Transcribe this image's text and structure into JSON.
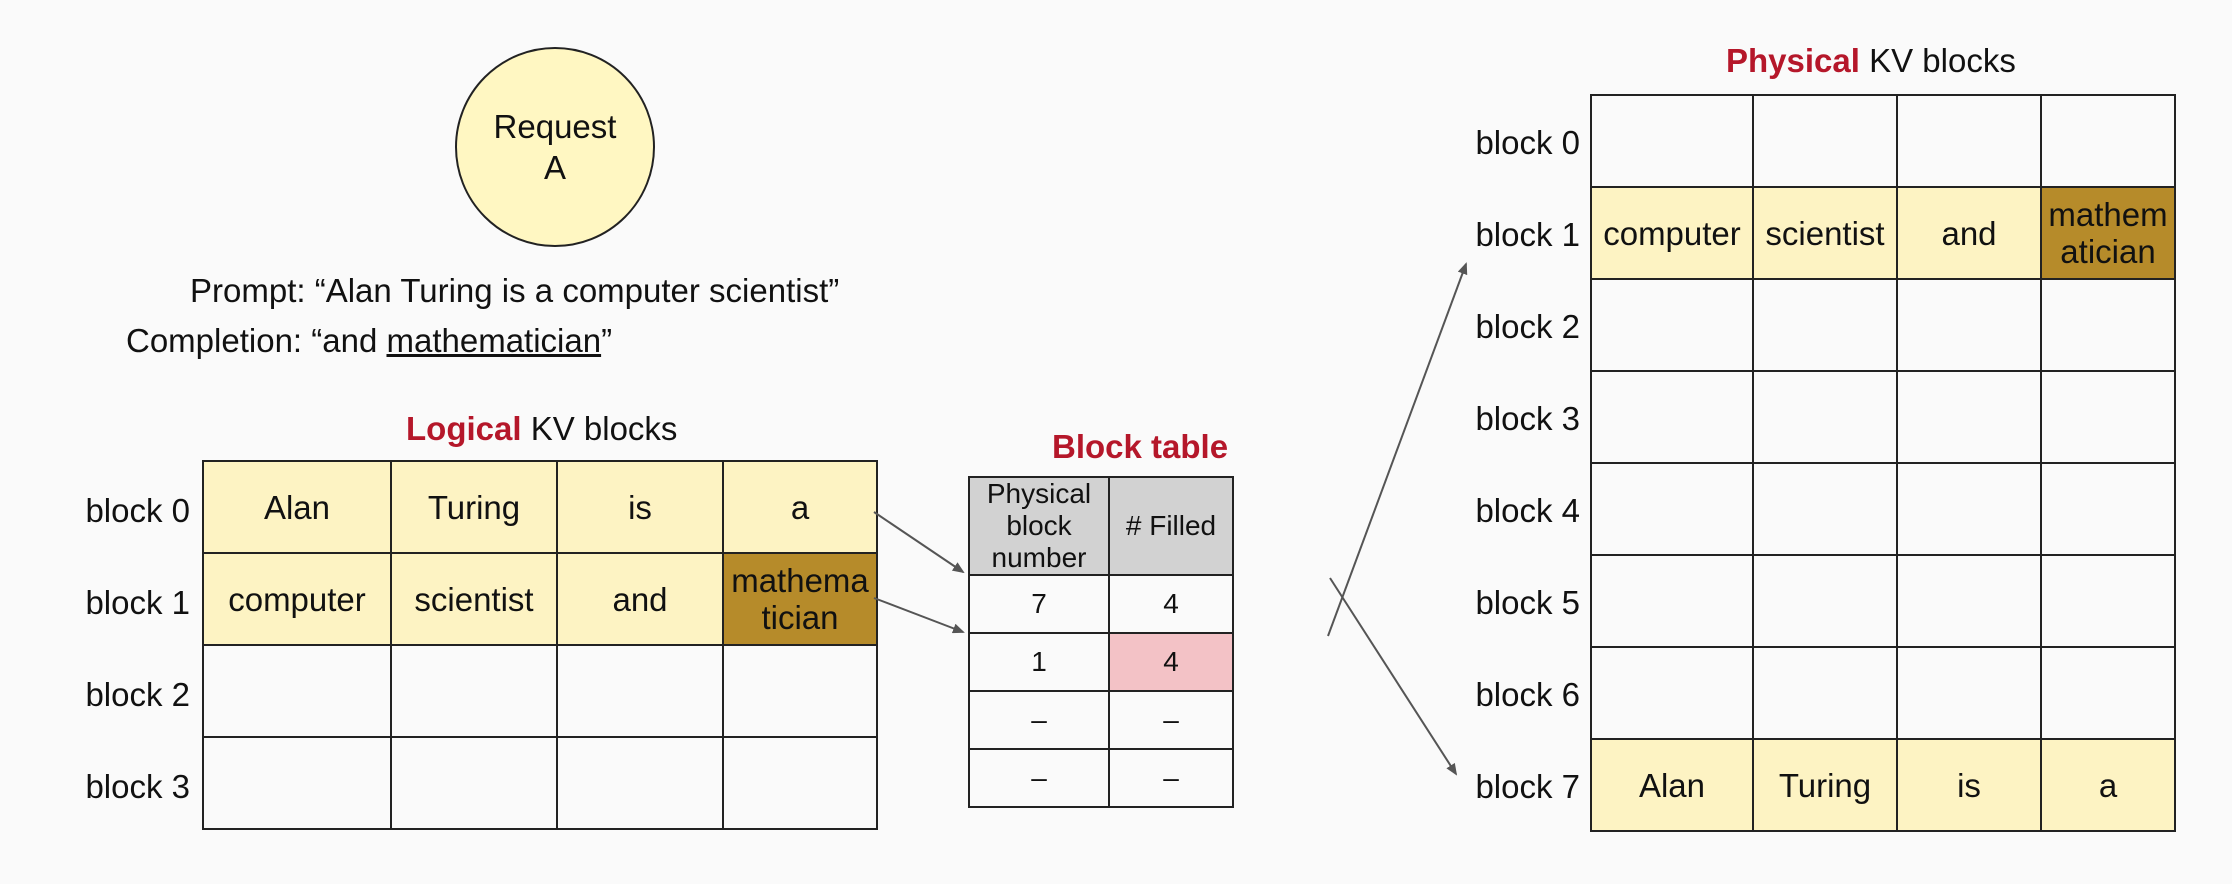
{
  "request": {
    "line1": "Request",
    "line2": "A"
  },
  "prompt": {
    "prompt_prefix": "Prompt: ",
    "prompt_text": "“Alan Turing is a computer scientist”",
    "completion_prefix": "Completion: ",
    "completion_open": "“and ",
    "completion_underlined": "mathematician",
    "completion_close": "”"
  },
  "logical": {
    "title_highlight": "Logical",
    "title_rest": " KV blocks",
    "row_labels": [
      "block 0",
      "block 1",
      "block 2",
      "block 3"
    ],
    "rows": [
      [
        "Alan",
        "Turing",
        "is",
        "a"
      ],
      [
        "computer",
        "scientist",
        "and",
        "mathema­tician"
      ],
      [
        "",
        "",
        "",
        ""
      ],
      [
        "",
        "",
        "",
        ""
      ]
    ],
    "cell_4_line1": "mathema",
    "cell_4_line2": "tician"
  },
  "block_table": {
    "title": "Block table",
    "header_col1_line1": "Physical",
    "header_col1_line2": "block number",
    "header_col2": "# Filled",
    "rows": [
      [
        "7",
        "4"
      ],
      [
        "1",
        "4"
      ],
      [
        "–",
        "–"
      ],
      [
        "–",
        "–"
      ]
    ]
  },
  "physical": {
    "title_highlight": "Physical",
    "title_rest": " KV blocks",
    "row_labels": [
      "block 0",
      "block 1",
      "block 2",
      "block 3",
      "block 4",
      "block 5",
      "block 6",
      "block 7"
    ],
    "rows": [
      [
        "",
        "",
        "",
        ""
      ],
      [
        "computer",
        "scientist",
        "and",
        "mathem atician"
      ],
      [
        "",
        "",
        "",
        ""
      ],
      [
        "",
        "",
        "",
        ""
      ],
      [
        "",
        "",
        "",
        ""
      ],
      [
        "",
        "",
        "",
        ""
      ],
      [
        "",
        "",
        "",
        ""
      ],
      [
        "Alan",
        "Turing",
        "is",
        "a"
      ]
    ],
    "cell_b1_line1": "mathem",
    "cell_b1_line2": "atician"
  }
}
